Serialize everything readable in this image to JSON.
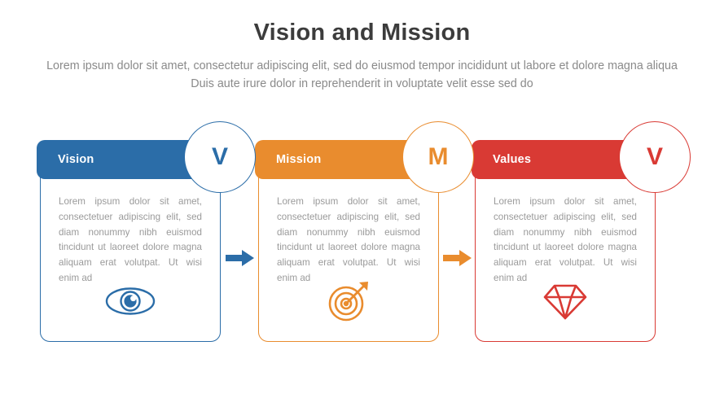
{
  "header": {
    "title": "Vision and Mission",
    "subtitle": "Lorem ipsum dolor sit amet, consectetur adipiscing elit, sed do eiusmod tempor incididunt ut labore et dolore magna aliqua Duis aute irure dolor in reprehenderit in voluptate velit esse sed do"
  },
  "colors": {
    "blue": "#2b6da8",
    "orange": "#e98c2e",
    "red": "#d93a34",
    "title_gray": "#3c3c3c",
    "body_gray": "#9a9a9a",
    "subtitle_gray": "#8a8a8a"
  },
  "cards": [
    {
      "id": "vision",
      "heading": "Vision",
      "badge_letter": "V",
      "body": "Lorem ipsum dolor sit amet, consectetuer adipiscing elit, sed diam nonummy nibh euismod tincidunt ut laoreet dolore magna aliquam erat volutpat. Ut wisi enim ad",
      "icon": "eye-icon",
      "color": "#2b6da8"
    },
    {
      "id": "mission",
      "heading": "Mission",
      "badge_letter": "M",
      "body": "Lorem ipsum dolor sit amet, consectetuer adipiscing elit, sed diam nonummy nibh euismod tincidunt ut laoreet dolore magna aliquam erat volutpat. Ut wisi enim ad",
      "icon": "target-icon",
      "color": "#e98c2e"
    },
    {
      "id": "values",
      "heading": "Values",
      "badge_letter": "V",
      "body": "Lorem ipsum dolor sit amet, consectetuer adipiscing elit, sed diam nonummy nibh euismod tincidunt ut laoreet dolore magna aliquam erat volutpat. Ut wisi enim ad",
      "icon": "diamond-icon",
      "color": "#d93a34"
    }
  ],
  "arrows": [
    {
      "id": "arrow-1",
      "color": "#2b6da8"
    },
    {
      "id": "arrow-2",
      "color": "#e98c2e"
    }
  ]
}
